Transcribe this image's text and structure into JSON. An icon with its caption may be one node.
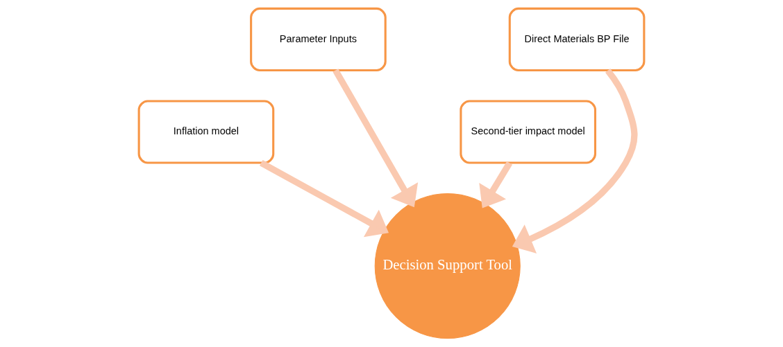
{
  "diagram": {
    "nodes": [
      {
        "text": [
          "Second-tier impact model"
        ]
      },
      {
        "text": [
          "Inflation model"
        ]
      },
      {
        "text": [
          "Direct Materials BP File"
        ]
      },
      {
        "text": [
          "Parameter Inputs"
        ]
      },
      {
        "text": [
          "Decision Support Tool"
        ]
      }
    ],
    "edges": [
      {
        "from": 0,
        "to": 4,
        "arrow": "to"
      },
      {
        "from": 1,
        "to": 4,
        "arrow": "to"
      },
      {
        "from": 2,
        "to": 4,
        "arrow": "to"
      },
      {
        "from": 3,
        "to": 4,
        "arrow": "to"
      }
    ]
  }
}
